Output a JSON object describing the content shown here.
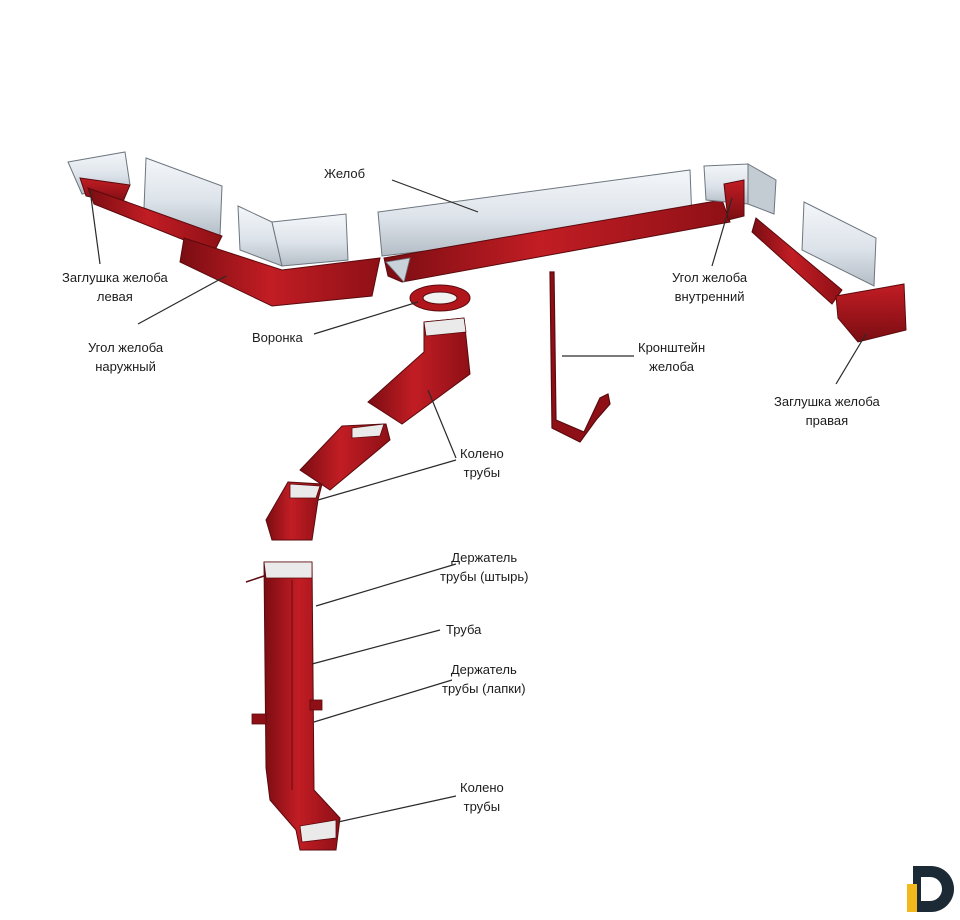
{
  "colors": {
    "metal_red": "#b0161c",
    "metal_red_dark": "#7a0d12",
    "metal_silver": "#dde3ea",
    "metal_silver_shade": "#9aa4ae",
    "leader_line": "#2a2a2a",
    "logo_dark": "#1c2a36",
    "logo_accent": "#f2b81c"
  },
  "labels": {
    "gutter": "Желоб",
    "end_cap_left": [
      "Заглушка желоба",
      "левая"
    ],
    "outer_corner": [
      "Угол желоба",
      "наружный"
    ],
    "funnel": "Воронка",
    "inner_corner": [
      "Угол желоба",
      "внутренний"
    ],
    "bracket": [
      "Кронштейн",
      "желоба"
    ],
    "end_cap_right": [
      "Заглушка желоба",
      "правая"
    ],
    "pipe_elbow_upper": [
      "Колено",
      "трубы"
    ],
    "pipe_holder_pin": [
      "Держатель",
      "трубы (штырь)"
    ],
    "pipe": "Труба",
    "pipe_holder_tabs": [
      "Держатель",
      "трубы (лапки)"
    ],
    "pipe_elbow_lower": [
      "Колено",
      "трубы"
    ]
  },
  "icons": {
    "logo": "brand-logo-icon"
  }
}
